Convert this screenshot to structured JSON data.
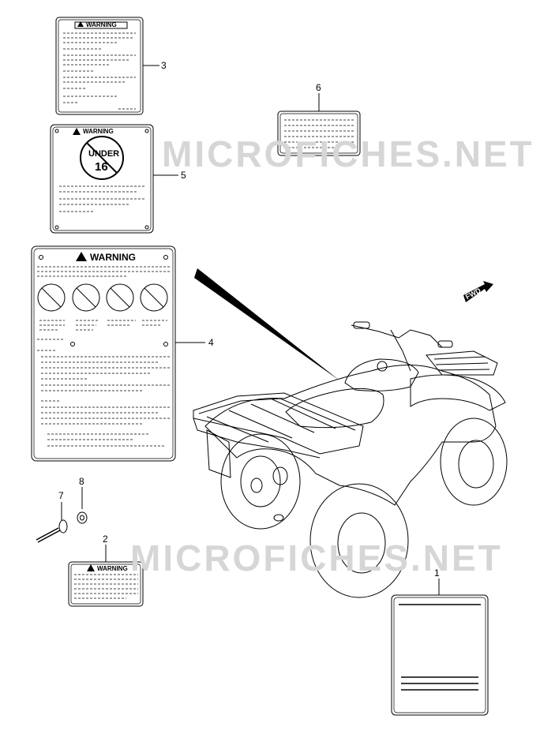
{
  "watermark": "MICROFICHES.NET",
  "warning_text": "WARNING",
  "under_text": "UNDER",
  "age_text": "16",
  "fwd_text": "FWD",
  "callouts": [
    "1",
    "2",
    "3",
    "4",
    "5",
    "6",
    "7",
    "8"
  ],
  "line_color": "#000000",
  "watermark_color": "#d6d6d6"
}
